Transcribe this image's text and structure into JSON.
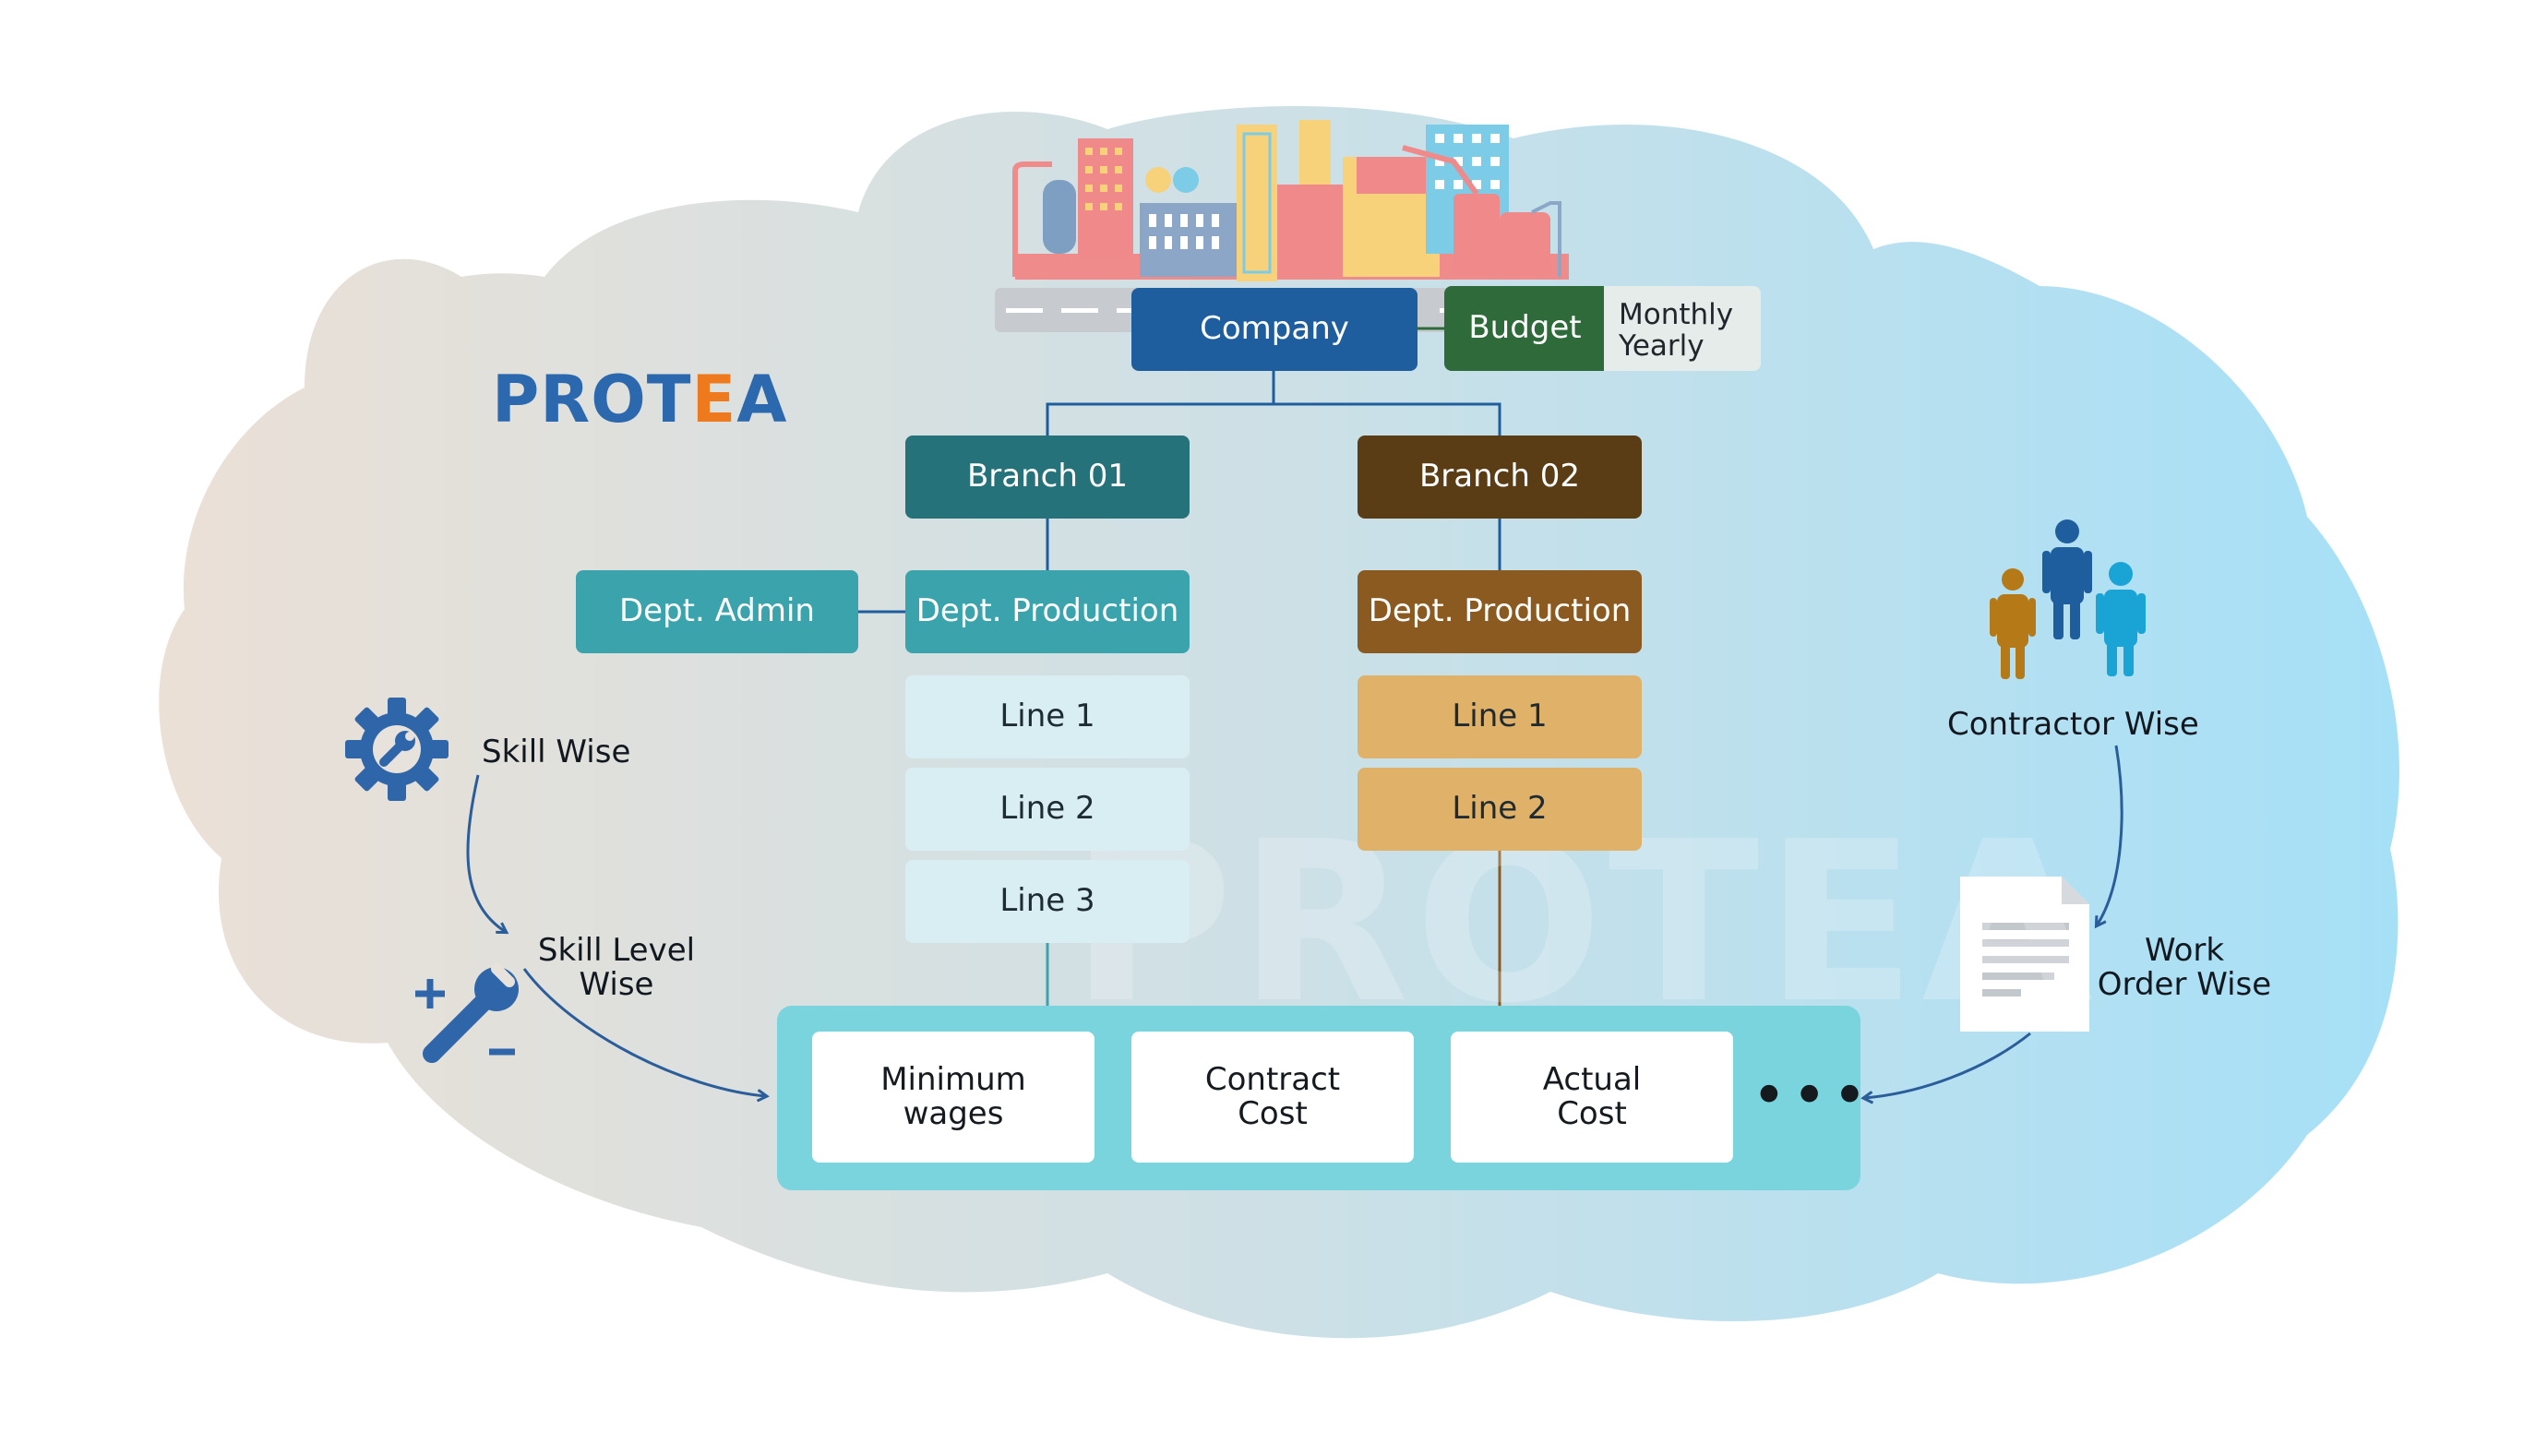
{
  "brand": {
    "prefix": "PROT",
    "accent": "E",
    "suffix": "A"
  },
  "watermark": "PROTEA",
  "company": "Company",
  "budget": {
    "label": "Budget",
    "periods": [
      "Monthly",
      "Yearly"
    ]
  },
  "branches": [
    {
      "name": "Branch 01",
      "dept": "Dept. Production",
      "lines": [
        "Line 1",
        "Line 2",
        "Line 3"
      ]
    },
    {
      "name": "Branch 02",
      "dept": "Dept. Production",
      "lines": [
        "Line 1",
        "Line 2"
      ]
    }
  ],
  "dept_admin": "Dept. Admin",
  "skill": {
    "wise": "Skill Wise",
    "level_wise_line1": "Skill Level",
    "level_wise_line2": "Wise"
  },
  "contractor": {
    "wise": "Contractor Wise",
    "work_order_line1": "Work",
    "work_order_line2": "Order Wise"
  },
  "costs": [
    {
      "line1": "Minimum",
      "line2": "wages"
    },
    {
      "line1": "Contract",
      "line2": "Cost"
    },
    {
      "line1": "Actual",
      "line2": "Cost"
    }
  ],
  "more": "•••",
  "colors": {
    "company": "#1f5e9e",
    "budget": "#2f6b3a",
    "branch1": "#25727a",
    "branch1_dept": "#3aa3ab",
    "branch1_line": "#d9eef2",
    "branch2": "#5a3c15",
    "branch2_dept": "#8a5a20",
    "branch2_line": "#e0b168",
    "cost_panel": "#7ad4de",
    "connector_blue": "#2a5d9a",
    "cloud_left": "#ebe0d6",
    "cloud_right": "#a6e0f7"
  },
  "icons": [
    "factory-illustration",
    "gear-wrench-icon",
    "wrench-plus-minus-icon",
    "people-group-icon",
    "document-icon"
  ]
}
